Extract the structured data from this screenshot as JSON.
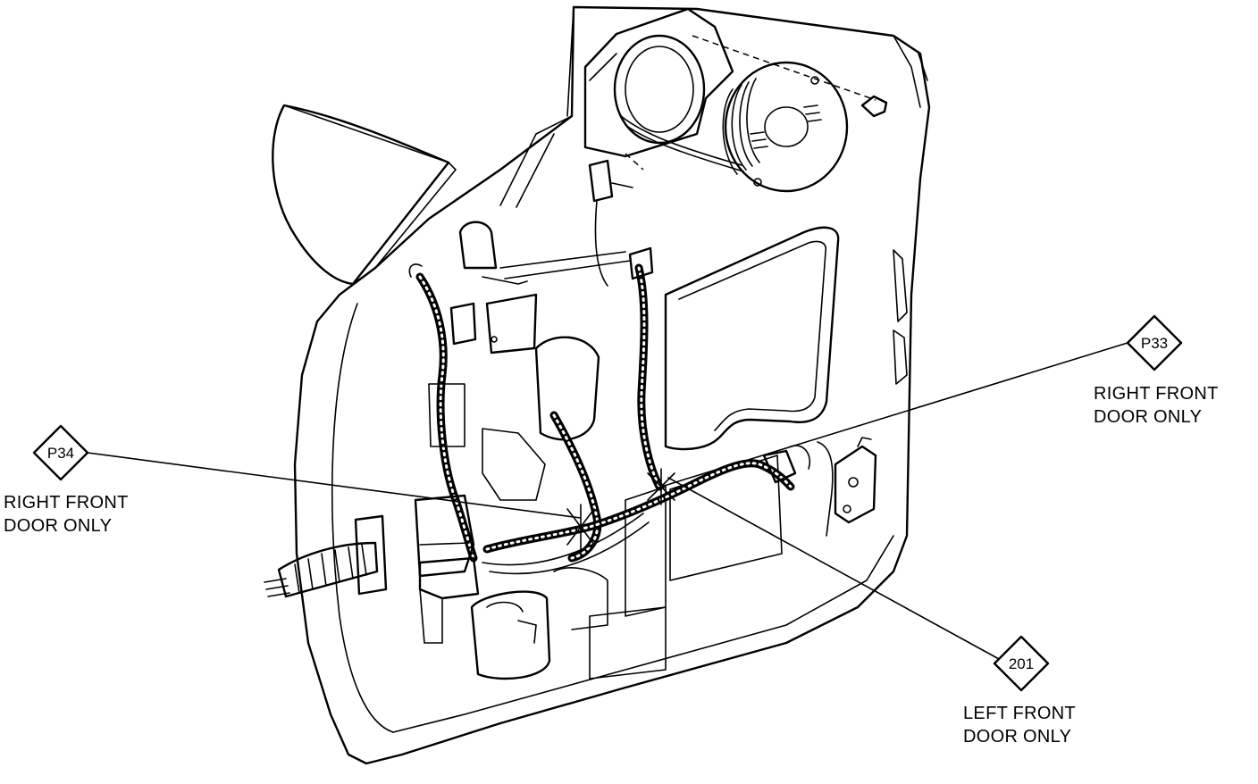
{
  "callouts": [
    {
      "id": "P33",
      "text_line1": "RIGHT FRONT",
      "text_line2": "DOOR ONLY"
    },
    {
      "id": "P34",
      "text_line1": "RIGHT FRONT",
      "text_line2": "DOOR ONLY"
    },
    {
      "id": "201",
      "text_line1": "LEFT FRONT",
      "text_line2": "DOOR ONLY"
    }
  ],
  "colors": {
    "ink": "#000000",
    "paper": "#ffffff"
  }
}
